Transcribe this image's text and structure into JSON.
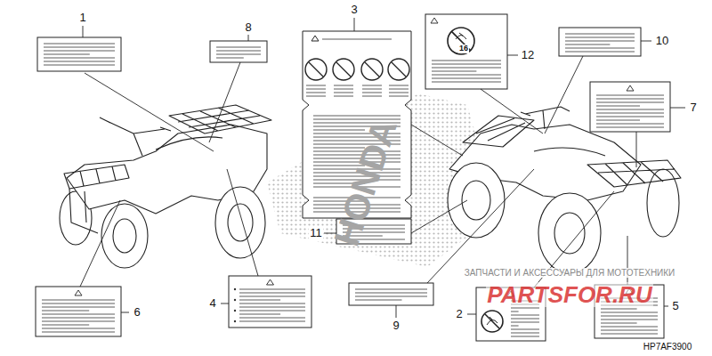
{
  "diagram": {
    "labels": [
      "1",
      "8",
      "3",
      "16",
      "12",
      "10",
      "7",
      "11",
      "HONDA",
      "6",
      "4",
      "9",
      "2",
      "5",
      "ЗАПЧАСТИ И АКСЕССУАРЫ ДЛЯ МОТОТЕХНИКИ",
      "PARTSFOR.RU",
      "HP7AF3900"
    ]
  }
}
